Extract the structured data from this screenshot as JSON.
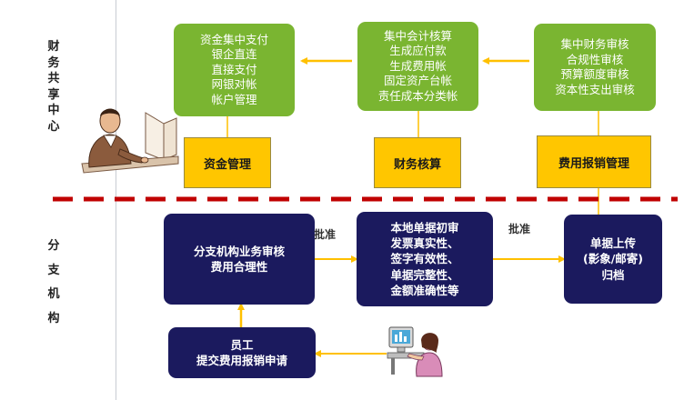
{
  "left_labels": {
    "top": [
      "财",
      "务",
      "共",
      "享",
      "中",
      "心"
    ],
    "bottom": [
      "分",
      "支",
      "机",
      "构"
    ]
  },
  "green_boxes": [
    {
      "lines": [
        "资金集中支付",
        "银企直连",
        "直接支付",
        "网银对帐",
        "帐户管理"
      ]
    },
    {
      "lines": [
        "集中会计核算",
        "生成应付款",
        "生成费用帐",
        "固定资产台帐",
        "责任成本分类帐"
      ]
    },
    {
      "lines": [
        "集中财务审核",
        "合规性审核",
        "预算额度审核",
        "资本性支出审核"
      ]
    }
  ],
  "yellow_boxes": [
    "资金管理",
    "财务核算",
    "费用报销管理"
  ],
  "navy_boxes": [
    {
      "lines": [
        "分支机构业务审核",
        "费用合理性"
      ]
    },
    {
      "lines": [
        "本地单据初审",
        "发票真实性、",
        "签字有效性、",
        "单据完整性、",
        "金额准确性等"
      ]
    },
    {
      "lines": [
        "单据上传",
        "(影象/邮寄)",
        "归档"
      ]
    },
    {
      "lines": [
        "员工",
        "提交费用报销申请"
      ]
    }
  ],
  "flow_labels": [
    "批准",
    "批准"
  ],
  "colors": {
    "green": "#7ab531",
    "yellow": "#ffc600",
    "navy": "#1b1a5e",
    "arrow": "#ffc000",
    "divider": "#c00000"
  },
  "icons": [
    "businessman-at-desk-icon",
    "woman-at-computer-icon"
  ]
}
